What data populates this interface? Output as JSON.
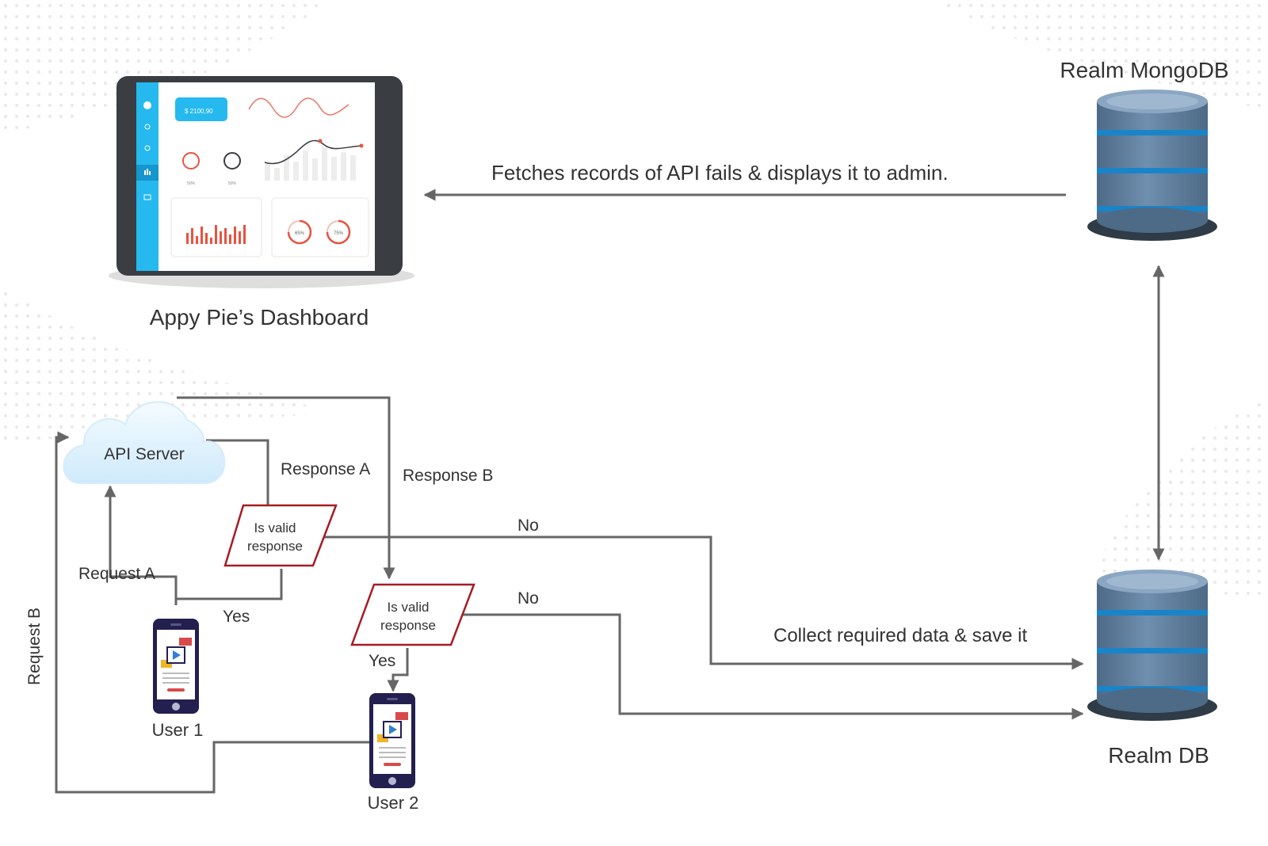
{
  "labels": {
    "realm_mongodb": "Realm MongoDB",
    "fetches_records": "Fetches records of API fails & displays it to admin.",
    "dashboard": "Appy Pie’s Dashboard",
    "api_server": "API Server",
    "response_a": "Response A",
    "response_b": "Response B",
    "request_a": "Request A",
    "request_b": "Request B",
    "decision_1": [
      "Is valid",
      "response"
    ],
    "decision_2": [
      "Is valid",
      "response"
    ],
    "no_1": "No",
    "no_2": "No",
    "yes_1": "Yes",
    "yes_2": "Yes",
    "collect_save": "Collect required data & save it",
    "user_1": "User 1",
    "user_2": "User 2",
    "realm_db": "Realm DB"
  },
  "dashboard_screen": {
    "balance": "$ 2100,90",
    "gauge_1": "50%",
    "gauge_2": "50%",
    "ring_1": "65%",
    "ring_2": "75%"
  },
  "icons": {
    "database": "database-icon",
    "cloud": "cloud-icon",
    "tablet": "tablet-icon",
    "phone": "smartphone-icon"
  },
  "colors": {
    "db_body": "#5f7e9b",
    "db_band": "#1a84c8",
    "accent_blue": "#25b9ef",
    "accent_red": "#e7533f",
    "decision_stroke": "#a51c24",
    "line": "#666666"
  }
}
